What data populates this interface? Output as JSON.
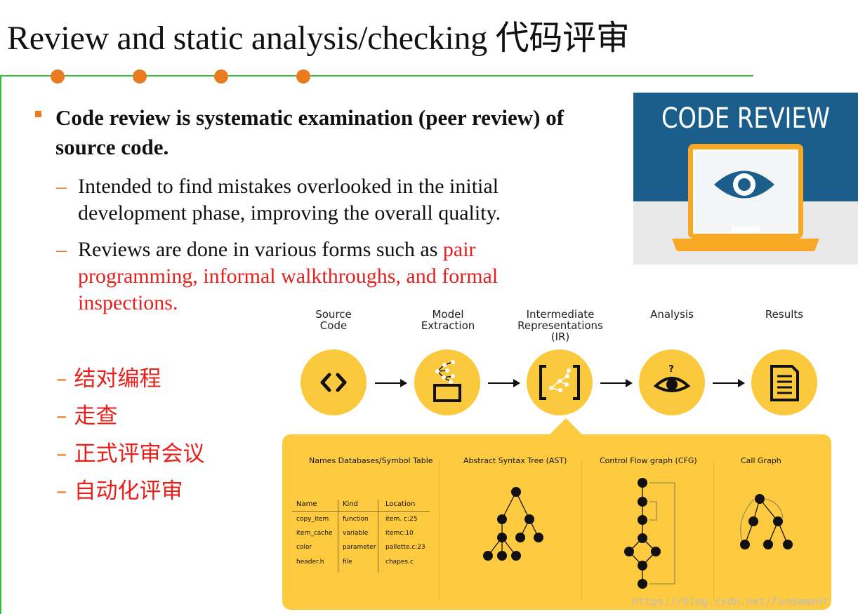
{
  "slide": {
    "title": "Review and static analysis/checking 代码评审",
    "main_point": "Code review is systematic examination (peer review) of source code.",
    "sub1": "Intended to find mistakes overlooked in the initial development phase, improving the overall quality.",
    "sub2_prefix": "Reviews are done in various forms such as ",
    "sub2_highlight": "pair programming, informal walkthroughs, and formal inspections.",
    "cn_items": [
      "结对编程",
      "走查",
      "正式评审会议",
      "自动化评审"
    ],
    "dash": "–"
  },
  "code_review_image": {
    "caption": "CODE REVIEW"
  },
  "pipeline": {
    "steps": [
      "Source\nCode",
      "Model\nExtraction",
      "Intermediate\nRepresentations\n(IR)",
      "Analysis",
      "Results"
    ]
  },
  "panel": {
    "sections": [
      "Names Databases/Symbol Table",
      "Abstract Syntax Tree (AST)",
      "Control Flow graph (CFG)",
      "Call Graph"
    ],
    "table": {
      "headers": [
        "Name",
        "Kind",
        "Location"
      ],
      "rows": [
        [
          "copy_item",
          "function",
          "item. c:25"
        ],
        [
          "item_cache",
          "variable",
          "itemc:10"
        ],
        [
          "color",
          "parameter",
          "pallette.c:23"
        ],
        [
          "header.h",
          "file",
          "chapes.c"
        ]
      ]
    }
  },
  "watermark": "https://blog.csdn.net/fundament",
  "colors": {
    "accent_orange": "#ea7b20",
    "line_green": "#2fbf3a",
    "highlight_red": "#e8201c",
    "yellow": "#fdca40",
    "navy": "#1b5e8c",
    "laptop_orange": "#f9a825"
  }
}
